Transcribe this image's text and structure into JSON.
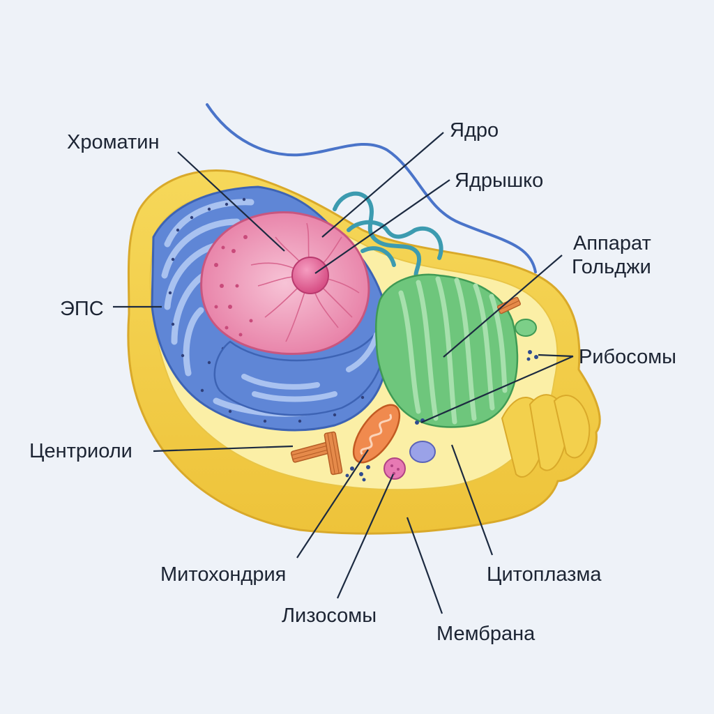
{
  "diagram": {
    "labels": {
      "chromatin": "Хроматин",
      "nucleus": "Ядро",
      "nucleolus": "Ядрышко",
      "golgi_line1": "Аппарат",
      "golgi_line2": "Гольджи",
      "er": "ЭПС",
      "ribosomes": "Рибосомы",
      "centrioles": "Центриоли",
      "mitochondrion": "Митохондрия",
      "cytoplasm": "Цитоплазма",
      "lysosomes": "Лизосомы",
      "membrane": "Мембрана"
    },
    "colors": {
      "background": "#eef2f8",
      "membrane": "#f2cf45",
      "cytoplasm": "#fbefa6",
      "er": "#5f86d6",
      "nucleus": "#ec8fb0",
      "golgi": "#6ec67c",
      "mitochondrion": "#f08a4e",
      "centriole": "#e58a4a",
      "leader_line": "#1c2a40"
    }
  }
}
